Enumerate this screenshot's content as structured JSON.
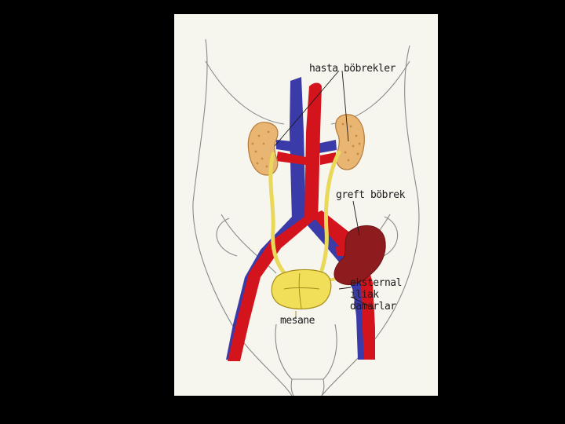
{
  "labels": {
    "patient_kidneys": "hasta böbrekler",
    "graft_kidney": "greft böbrek",
    "external_iliac_line1": "eksternal",
    "external_iliac_line2": "iliak",
    "external_iliac_line3": "damarlar",
    "bladder": "mesane"
  },
  "colors": {
    "background": "#000000",
    "panel": "#f6f5ee",
    "body_outline": "#8a8a8a",
    "artery": "#d4141c",
    "vein": "#3a3aa8",
    "ureter": "#e9d85a",
    "bladder": "#f1df5a",
    "native_kidney": "#e9b572",
    "graft_kidney": "#8e1c1e"
  }
}
